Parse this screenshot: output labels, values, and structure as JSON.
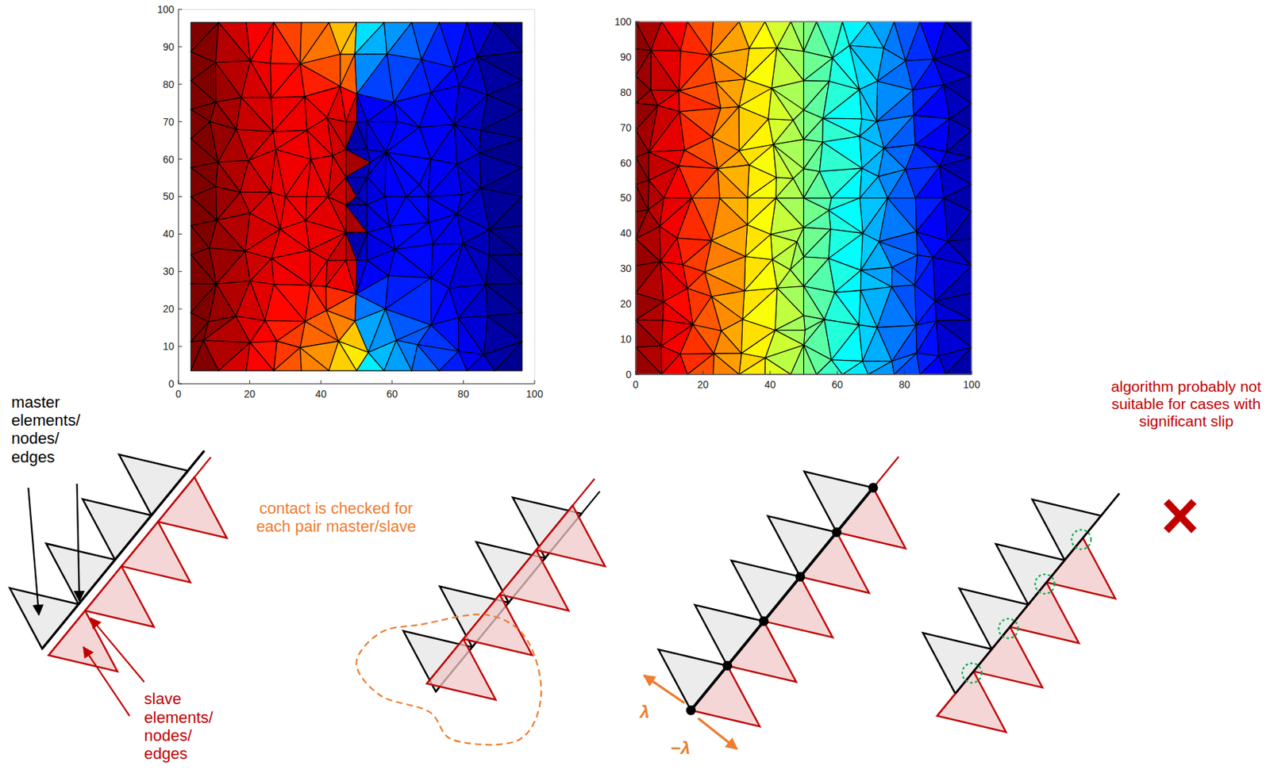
{
  "diagram": {
    "labels": [
      "100",
      "90",
      "80",
      "70",
      "60",
      "50",
      "40",
      "30",
      "20",
      "10",
      "0",
      "0",
      "20",
      "40",
      "60",
      "80",
      "100",
      "100",
      "90",
      "80",
      "70",
      "60",
      "50",
      "40",
      "30",
      "20",
      "10",
      "0",
      "0",
      "20",
      "40",
      "60",
      "80",
      "100",
      "master elements/ nodes/ edges",
      "contact is checked for each pair master/slave",
      "λ",
      "−λ",
      "algorithm probably not suitable for cases with significant slip",
      "slave elements/ nodes/ edges"
    ]
  }
}
